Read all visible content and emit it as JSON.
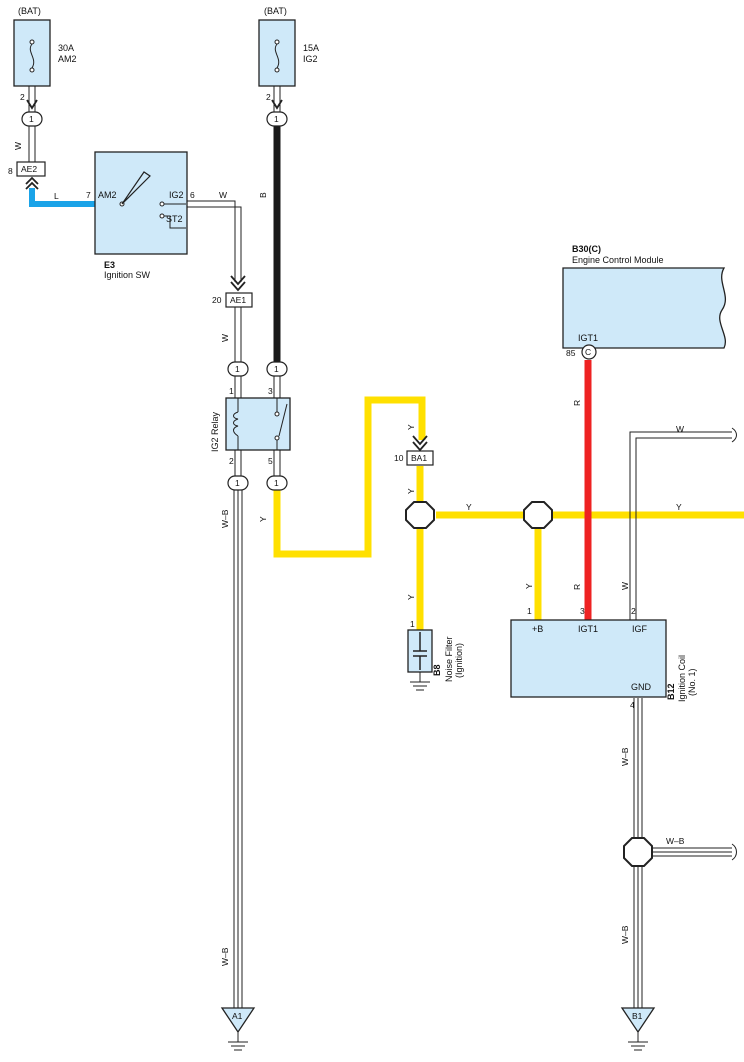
{
  "colors": {
    "wire_yellow": "#ffe000",
    "wire_red": "#ee2222",
    "wire_blue": "#1aa3e8",
    "wire_black": "#1a1a1a",
    "component_fill": "#cfe9f9"
  },
  "fuses": [
    {
      "source": "(BAT)",
      "amp": "30A",
      "name": "AM2",
      "pin": "2"
    },
    {
      "source": "(BAT)",
      "amp": "15A",
      "name": "IG2",
      "pin": "2"
    }
  ],
  "connectors": {
    "ae2": {
      "label": "AE2",
      "pin": "8"
    },
    "ae1": {
      "label": "AE1",
      "pin": "20"
    },
    "ba1": {
      "label": "BA1",
      "pin": "10"
    },
    "inline_pin": "1"
  },
  "ignition_sw": {
    "code": "E3",
    "name": "Ignition SW",
    "terminals": {
      "am2": "AM2",
      "ig2": "IG2",
      "st2": "ST2"
    },
    "pins": {
      "am2": "7",
      "ig2": "6"
    }
  },
  "ig2_relay": {
    "name": "IG2 Relay",
    "pins": {
      "p1": "1",
      "p2": "2",
      "p3": "3",
      "p5": "5"
    }
  },
  "ecm": {
    "code": "B30(C)",
    "name": "Engine Control Module",
    "terminal": "IGT1",
    "pin": "85",
    "connector_letter": "C"
  },
  "noise_filter": {
    "code": "B8",
    "name_line1": "Noise Filter",
    "name_line2": "(Ignition)",
    "pin": "1"
  },
  "ignition_coil": {
    "code": "B12",
    "name_line1": "Ignition Coil",
    "name_line2": "(No. 1)",
    "terminals": {
      "plus_b": "+B",
      "igt1": "IGT1",
      "igf": "IGF",
      "gnd": "GND"
    },
    "pins": {
      "plus_b": "1",
      "igt1": "3",
      "igf": "2",
      "gnd": "4"
    }
  },
  "grounds": {
    "a1": "A1",
    "b1": "B1"
  },
  "wire_labels": {
    "w": "W",
    "l": "L",
    "b": "B",
    "y": "Y",
    "r": "R",
    "wb": "W–B"
  }
}
